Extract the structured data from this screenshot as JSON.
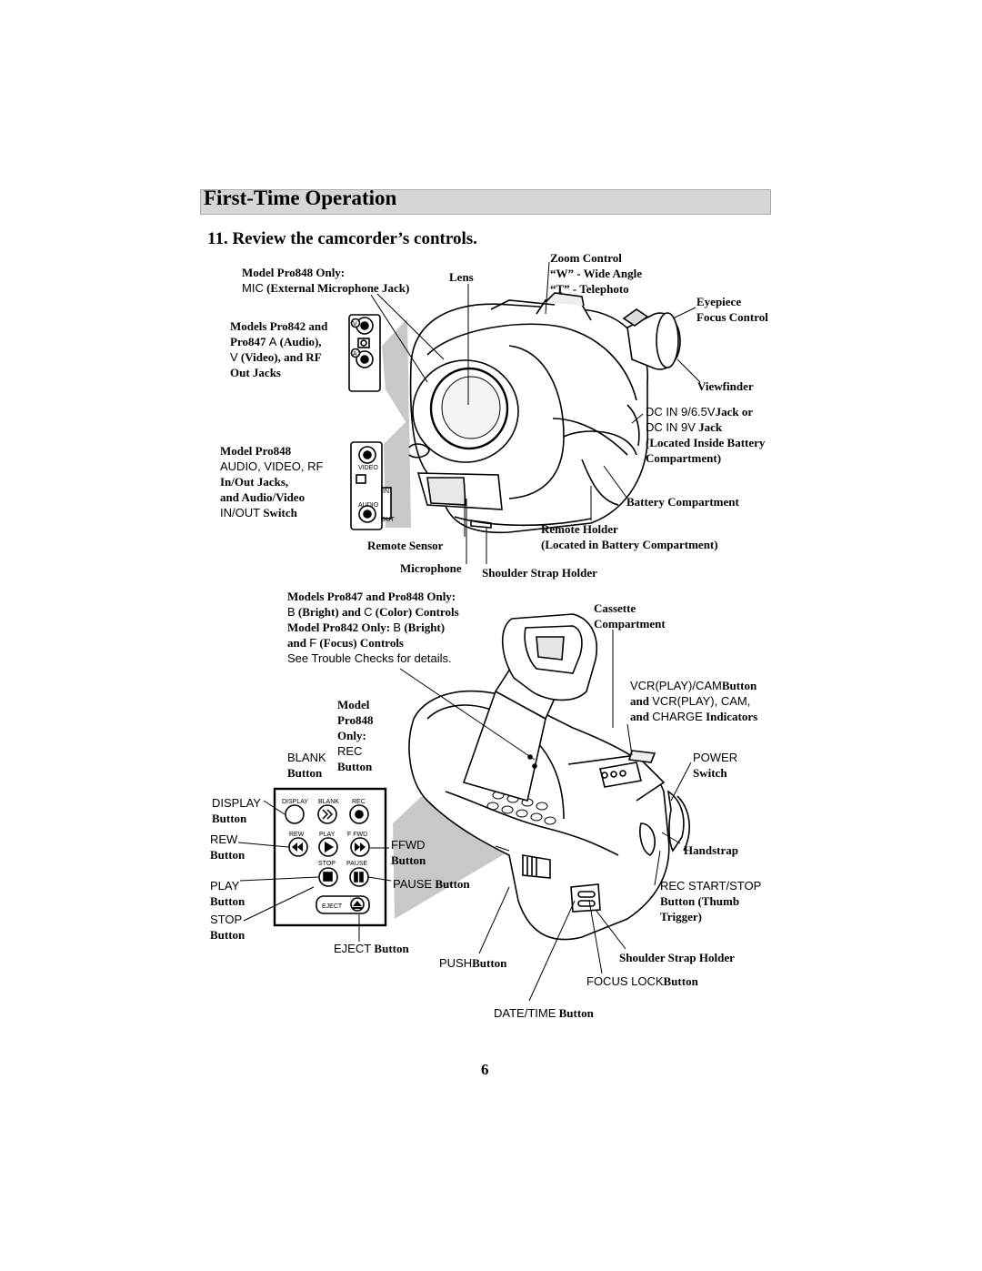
{
  "header": {
    "section_title": "First-Time Operation",
    "step_heading": "11. Review the camcorder’s controls."
  },
  "labels": {
    "model848_only": "Model Pro848 Only:",
    "mic_prefix": "MIC",
    "mic_rest": "(External Microphone Jack)",
    "lens": "Lens",
    "zoom_title": "Zoom Control",
    "zoom_w": "“W” - Wide Angle",
    "zoom_t": "“T” - Telephoto",
    "eyepiece_1": "Eyepiece",
    "eyepiece_2": "Focus Control",
    "jacks842_1": "Models Pro842 and",
    "jacks842_2a": "Pro847",
    "jacks842_2b": "A",
    "jacks842_2c": "(Audio),",
    "jacks842_3a": "V",
    "jacks842_3b": "(Video), and RF",
    "jacks842_4": "Out Jacks",
    "viewfinder": "Viewfinder",
    "dcin_1a": "DC IN 9/6.5V",
    "dcin_1b": "Jack or",
    "dcin_2a": "DC IN 9V",
    "dcin_2b": "Jack",
    "dcin_3": "(Located Inside Battery",
    "dcin_4": "Compartment)",
    "m848_1": "Model Pro848",
    "m848_2": "AUDIO, VIDEO, RF",
    "m848_3": "In/Out Jacks,",
    "m848_4": "and Audio/Video",
    "m848_5a": "IN/OUT",
    "m848_5b": "Switch",
    "battery_comp": "Battery Compartment",
    "remote_holder_1": "Remote Holder",
    "remote_holder_2": "(Located in Battery Compartment)",
    "remote_sensor": "Remote Sensor",
    "microphone": "Microphone",
    "shoulder_strap_top": "Shoulder Strap Holder",
    "bc_1": "Models Pro847 and Pro848 Only:",
    "bc_2a": "B",
    "bc_2b": "(Bright) and",
    "bc_2c": "C",
    "bc_2d": "(Color) Controls",
    "bc_3a": "Model Pro842 Only:",
    "bc_3b": "B",
    "bc_3c": "(Bright)",
    "bc_4a": "and",
    "bc_4b": "F",
    "bc_4c": "(Focus) Controls",
    "bc_5": "See  Trouble Checks for details.",
    "cassette_1": "Cassette",
    "cassette_2": "Compartment",
    "vcr_1a": "VCR(PLAY)/CAM",
    "vcr_1b": "Button",
    "vcr_2a": "and",
    "vcr_2b": "VCR(PLAY), CAM,",
    "vcr_3a": "and",
    "vcr_3b": "CHARGE",
    "vcr_3c": "Indicators",
    "model_only_1": "Model",
    "model_only_2": "Pro848",
    "model_only_3": "Only:",
    "blank_1": "BLANK",
    "blank_2": "Button",
    "rec_1": "REC",
    "rec_2": "Button",
    "power_1": "POWER",
    "power_2": "Switch",
    "display_1": "DISPLAY",
    "display_2": "Button",
    "rew_1": "REW",
    "rew_2": "Button",
    "ffwd_1": "FFWD",
    "ffwd_2": "Button",
    "handstrap": "Handstrap",
    "play_1": "PLAY",
    "play_2": "Button",
    "pause_1": "PAUSE",
    "pause_2": "Button",
    "stop_1": "STOP",
    "stop_2": "Button",
    "recss_1": "REC START/STOP",
    "recss_2": "Button (Thumb",
    "recss_3": "Trigger)",
    "eject_1": "EJECT",
    "eject_2": "Button",
    "push_1": "PUSH",
    "push_2": "Button",
    "shoulder_strap_bottom": "Shoulder Strap Holder",
    "focus_lock_1": "FOCUS LOCK",
    "focus_lock_2": "Button",
    "datetime_1": "DATE/TIME",
    "datetime_2": "Button"
  },
  "remote_panel": {
    "display": "DISPLAY",
    "blank": "BLANK",
    "rec": "REC",
    "rew": "REW",
    "play": "PLAY",
    "ffwd": "F FWD",
    "stop": "STOP",
    "pause": "PAUSE",
    "eject": "EJECT"
  },
  "jack_panel": {
    "video": "VIDEO",
    "audio": "AUDIO",
    "in": "IN",
    "out": "OUT",
    "v": "V",
    "a": "A"
  },
  "page_number": "6"
}
